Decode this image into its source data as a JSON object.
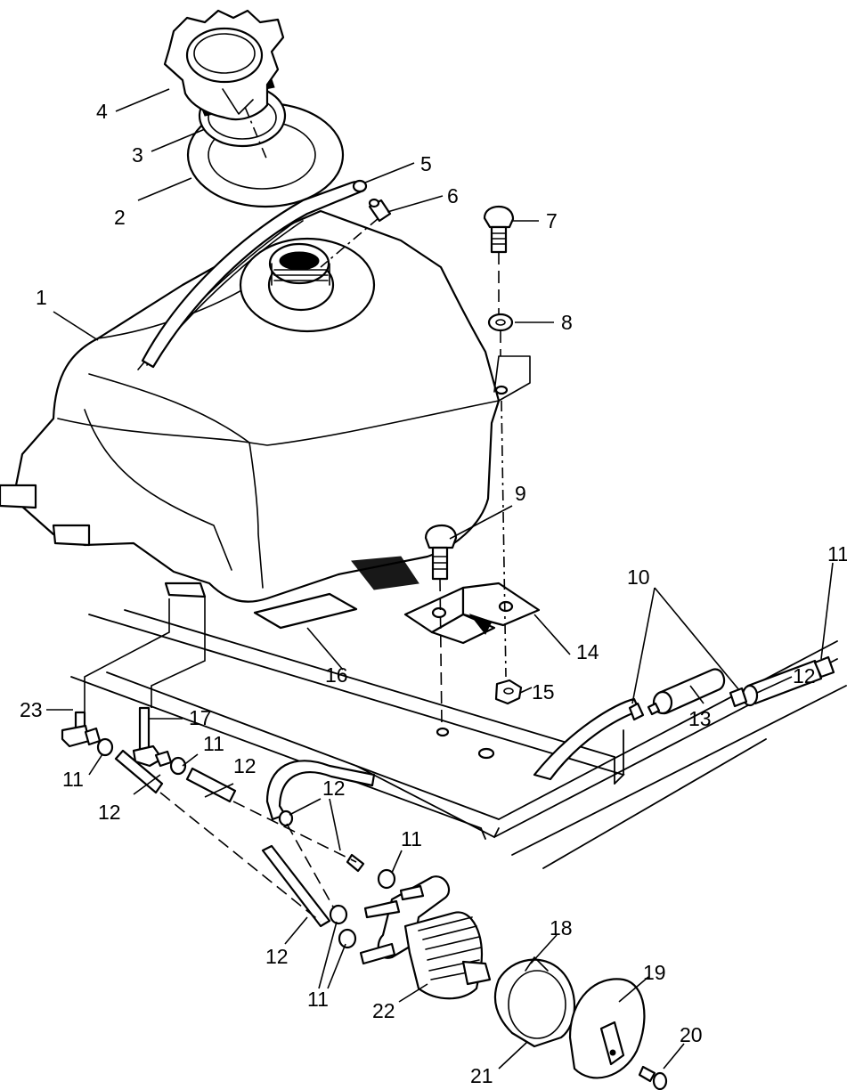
{
  "callouts": [
    {
      "id": "c1",
      "label": "1"
    },
    {
      "id": "c2",
      "label": "2"
    },
    {
      "id": "c3",
      "label": "3"
    },
    {
      "id": "c4",
      "label": "4"
    },
    {
      "id": "c5",
      "label": "5"
    },
    {
      "id": "c6",
      "label": "6"
    },
    {
      "id": "c7",
      "label": "7"
    },
    {
      "id": "c8",
      "label": "8"
    },
    {
      "id": "c9",
      "label": "9"
    },
    {
      "id": "c10",
      "label": "10"
    },
    {
      "id": "c11a",
      "label": "11"
    },
    {
      "id": "c11b",
      "label": "11"
    },
    {
      "id": "c11c",
      "label": "11"
    },
    {
      "id": "c11d",
      "label": "11"
    },
    {
      "id": "c11e",
      "label": "11"
    },
    {
      "id": "c12a",
      "label": "12"
    },
    {
      "id": "c12b",
      "label": "12"
    },
    {
      "id": "c12c",
      "label": "12"
    },
    {
      "id": "c12d",
      "label": "12"
    },
    {
      "id": "c12e",
      "label": "12"
    },
    {
      "id": "c13",
      "label": "13"
    },
    {
      "id": "c14",
      "label": "14"
    },
    {
      "id": "c15",
      "label": "15"
    },
    {
      "id": "c16",
      "label": "16"
    },
    {
      "id": "c17",
      "label": "17"
    },
    {
      "id": "c18",
      "label": "18"
    },
    {
      "id": "c19",
      "label": "19"
    },
    {
      "id": "c20",
      "label": "20"
    },
    {
      "id": "c21",
      "label": "21"
    },
    {
      "id": "c22",
      "label": "22"
    },
    {
      "id": "c23",
      "label": "23"
    }
  ]
}
